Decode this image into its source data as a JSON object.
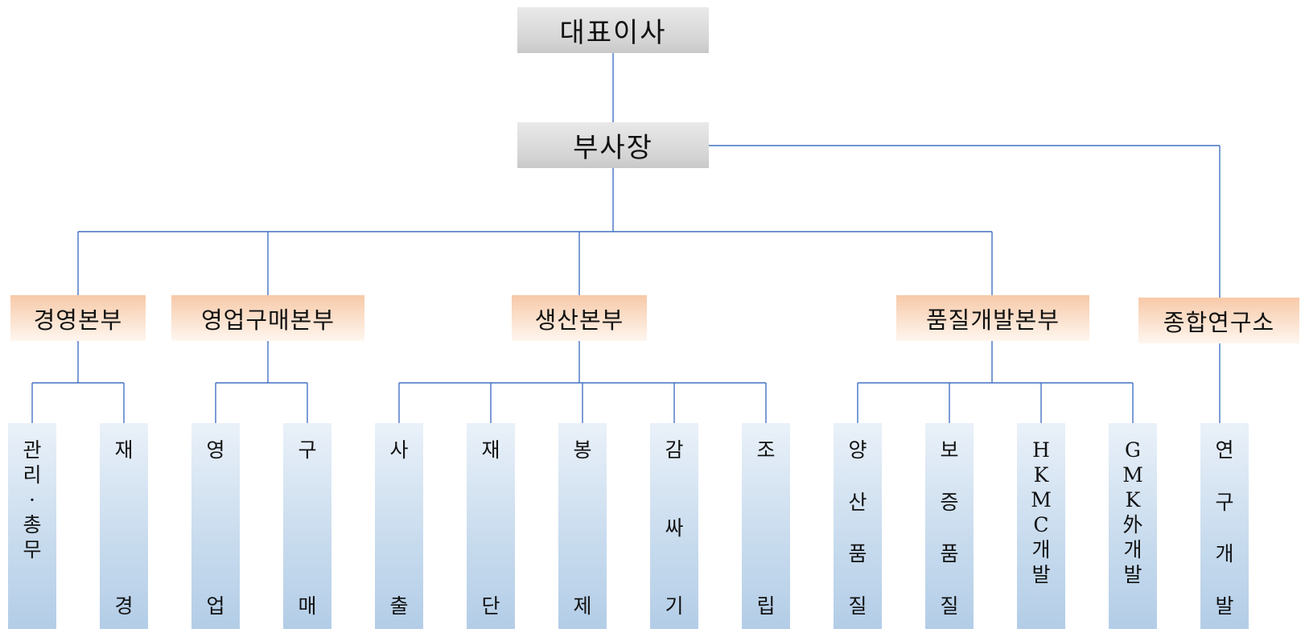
{
  "ceo": "대표이사",
  "vp": "부사장",
  "divisions": [
    "경영본부",
    "영업구매본부",
    "생산본부",
    "품질개발본부",
    "종합연구소"
  ],
  "teams": [
    {
      "chars": [
        "관",
        "리",
        "·",
        "총",
        "무"
      ],
      "division": 0
    },
    {
      "chars": [
        "재",
        "경"
      ],
      "division": 0
    },
    {
      "chars": [
        "영",
        "업"
      ],
      "division": 1
    },
    {
      "chars": [
        "구",
        "매"
      ],
      "division": 1
    },
    {
      "chars": [
        "사",
        "출"
      ],
      "division": 2
    },
    {
      "chars": [
        "재",
        "단"
      ],
      "division": 2
    },
    {
      "chars": [
        "봉",
        "제"
      ],
      "division": 2
    },
    {
      "chars": [
        "감",
        "싸",
        "기"
      ],
      "division": 2
    },
    {
      "chars": [
        "조",
        "립"
      ],
      "division": 2
    },
    {
      "chars": [
        "양",
        "산",
        "품",
        "질"
      ],
      "division": 3
    },
    {
      "chars": [
        "보",
        "증",
        "품",
        "질"
      ],
      "division": 3
    },
    {
      "chars": [
        "H",
        "K",
        "M",
        "C",
        "개",
        "발"
      ],
      "division": 3
    },
    {
      "chars": [
        "G",
        "M",
        "K",
        "外",
        "개",
        "발"
      ],
      "division": 3
    },
    {
      "chars": [
        "연",
        "구",
        "개",
        "발"
      ],
      "division": 4
    }
  ],
  "colors": {
    "connector": "#4472c4",
    "division_fill": "#f7c9a8",
    "team_fill": "#b3cde7",
    "top_fill": "#d4d4d4"
  }
}
